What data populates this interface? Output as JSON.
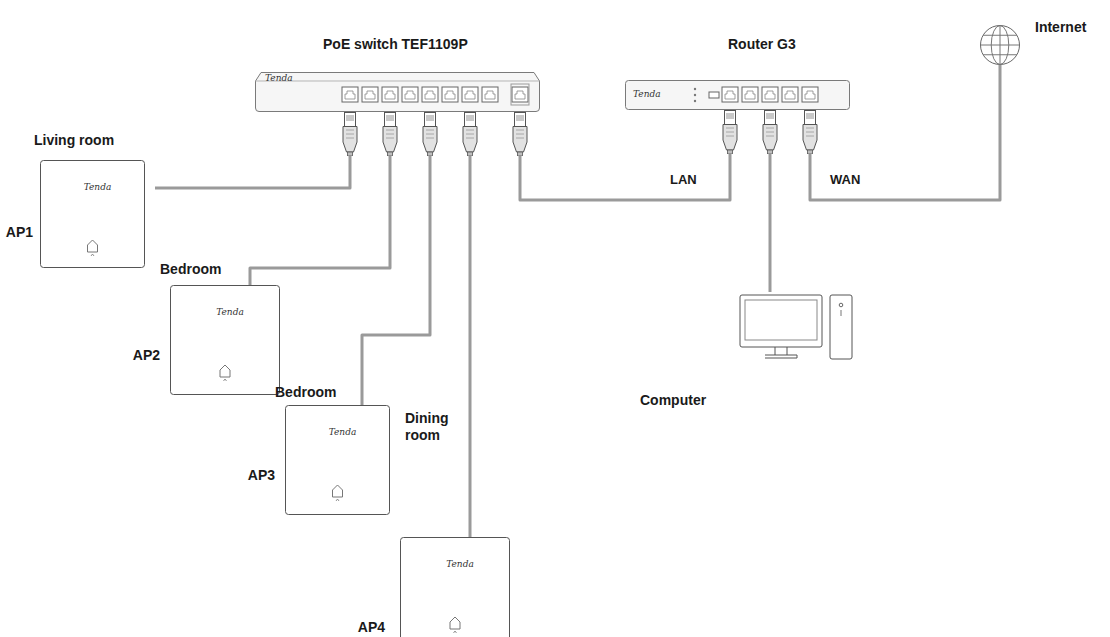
{
  "diagram": {
    "nodes": [
      {
        "text": [
          "PoE switch TEF1109P",
          "Tenda"
        ]
      },
      {
        "text": [
          "Router G3",
          "Tenda"
        ]
      },
      {
        "text": [
          "Internet"
        ]
      },
      {
        "text": [
          "Living room",
          "Tenda",
          "AP1"
        ]
      },
      {
        "text": [
          "Bedroom",
          "Tenda",
          "AP2"
        ]
      },
      {
        "text": [
          "Bedroom",
          "Tenda",
          "AP3"
        ]
      },
      {
        "text": [
          "Dining room",
          "Tenda",
          "AP4"
        ]
      },
      {
        "text": [
          "Computer"
        ]
      }
    ],
    "edges": [
      {
        "from": 3,
        "to": 0,
        "arrow": "none"
      },
      {
        "from": 4,
        "to": 0,
        "arrow": "none"
      },
      {
        "from": 5,
        "to": 0,
        "arrow": "none"
      },
      {
        "from": 6,
        "to": 0,
        "arrow": "none"
      },
      {
        "from": 0,
        "to": 1,
        "label": "LAN",
        "arrow": "none"
      },
      {
        "from": 1,
        "to": 7,
        "arrow": "none"
      },
      {
        "from": 1,
        "to": 2,
        "label": "WAN",
        "arrow": "none"
      }
    ]
  }
}
